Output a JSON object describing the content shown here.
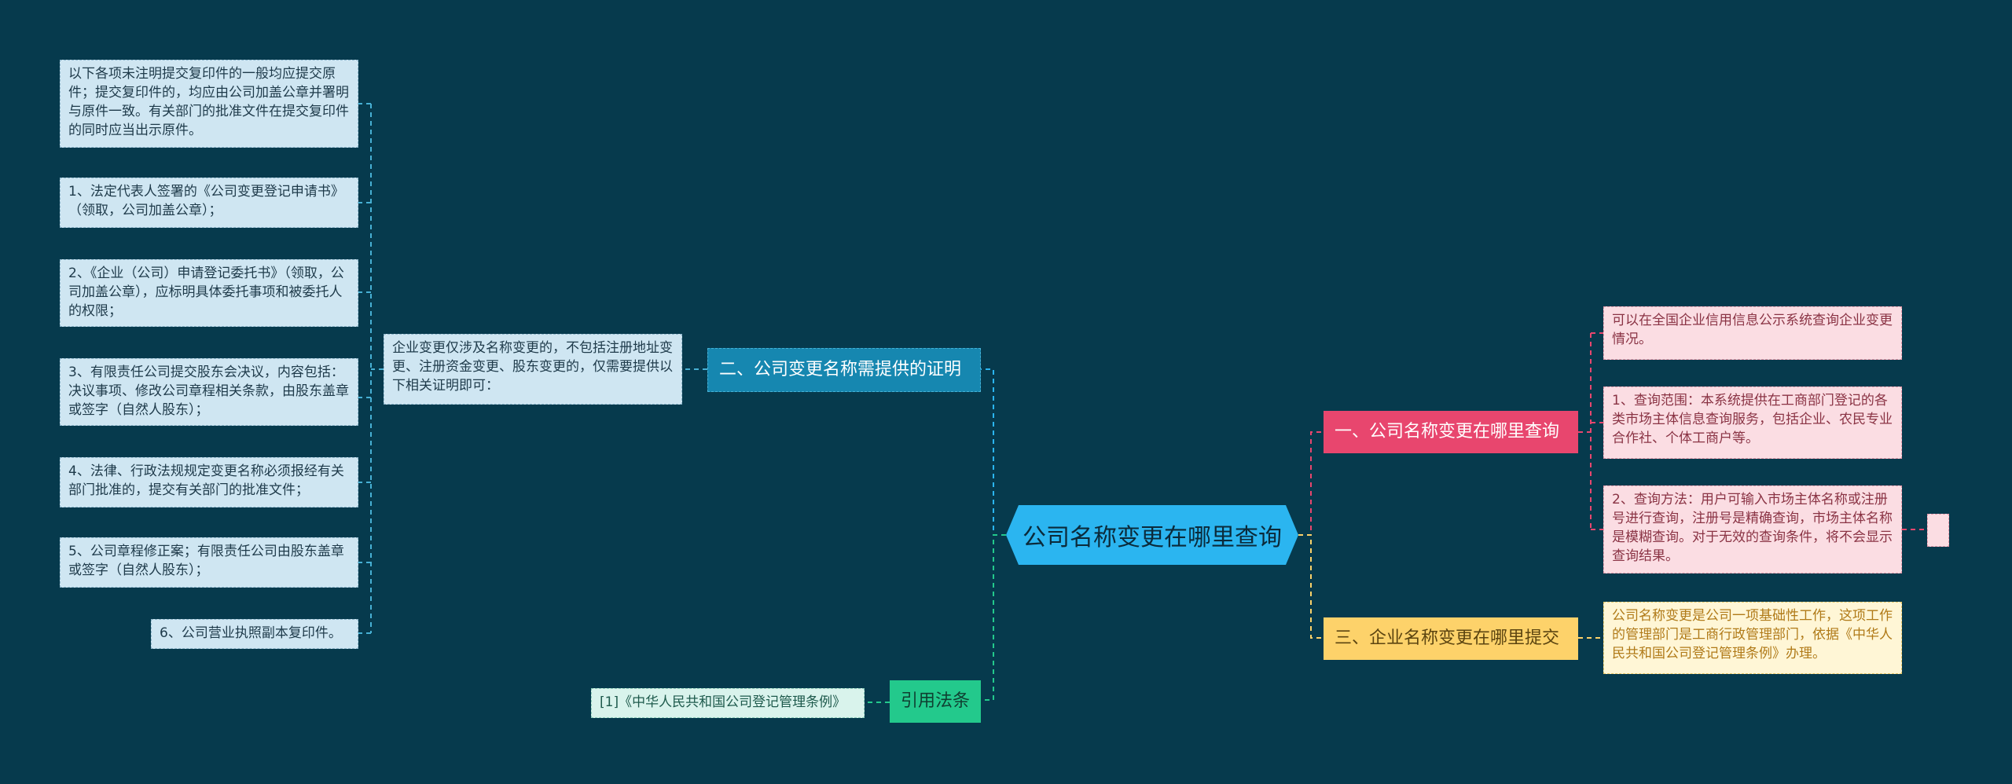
{
  "root": {
    "label": "公司名称变更在哪里查询"
  },
  "branches": {
    "query": {
      "label": "一、公司名称变更在哪里查询",
      "items": [
        "可以在全国企业信用信息公示系统查询企业变更情况。",
        "1、查询范围：本系统提供在工商部门登记的各类市场主体信息查询服务，包括企业、农民专业合作社、个体工商户等。",
        "2、查询方法：用户可输入市场主体名称或注册号进行查询，注册号是精确查询，市场主体名称是模糊查询。对于无效的查询条件，将不会显示查询结果。"
      ]
    },
    "proof": {
      "label": "二、公司变更名称需提供的证明",
      "intro": "企业变更仅涉及名称变更的，不包括注册地址变更、注册资金变更、股东变更的，仅需要提供以下相关证明即可：",
      "items": [
        "以下各项未注明提交复印件的一般均应提交原件；提交复印件的，均应由公司加盖公章并署明与原件一致。有关部门的批准文件在提交复印件的同时应当出示原件。",
        "1、法定代表人签署的《公司变更登记申请书》（领取，公司加盖公章）；",
        "2、《企业（公司）申请登记委托书》（领取，公司加盖公章），应标明具体委托事项和被委托人的权限；",
        "3、有限责任公司提交股东会决议，内容包括：决议事项、修改公司章程相关条款，由股东盖章或签字（自然人股东）；",
        "4、法律、行政法规规定变更名称必须报经有关部门批准的，提交有关部门的批准文件；",
        "5、公司章程修正案；有限责任公司由股东盖章或签字（自然人股东）；",
        "6、公司营业执照副本复印件。"
      ]
    },
    "submit": {
      "label": "三、企业名称变更在哪里提交",
      "items": [
        "公司名称变更是公司一项基础性工作，这项工作的管理部门是工商行政管理部门，依据《中华人民共和国公司登记管理条例》办理。"
      ]
    },
    "law": {
      "label": "引用法条",
      "items": [
        "[1]《中华人民共和国公司登记管理条例》"
      ]
    }
  },
  "colors": {
    "background": "#063a4d",
    "root": "#2bb5f0",
    "proof": "#1687b0",
    "query": "#e8466e",
    "submit": "#fdd26a",
    "law": "#23c98c"
  }
}
